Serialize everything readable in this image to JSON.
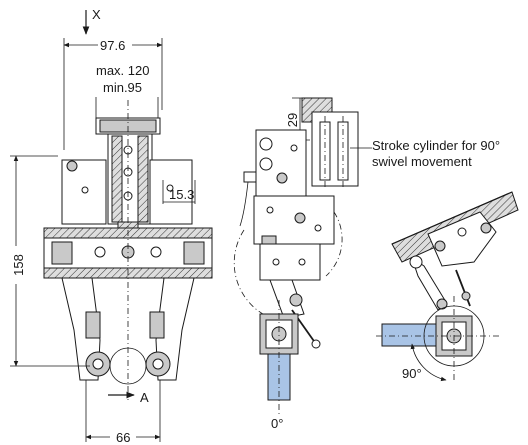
{
  "front_view": {
    "axis_label": "X",
    "width_dim": "97.6",
    "max_dim": "max. 120",
    "min_dim": "min.95",
    "offset_dim": "15.3",
    "height_dim": "158",
    "view_label": "A",
    "base_dim": "66"
  },
  "side_view": {
    "stroke_dim": "29",
    "callout": [
      "Stroke cylinder for 90°",
      "swivel movement"
    ],
    "angle_label": "0°"
  },
  "swivel_view": {
    "angle_label": "90°"
  }
}
